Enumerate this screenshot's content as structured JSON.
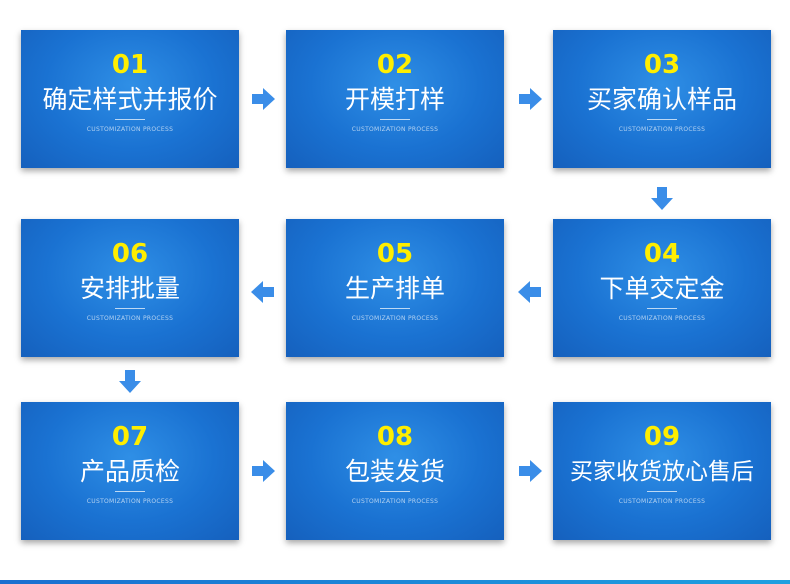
{
  "subtitle": "CUSTOMIZATION PROCESS",
  "colors": {
    "card": "#1a72d2",
    "number": "#ffee00",
    "arrow": "#3a8de8"
  },
  "steps": [
    {
      "num": "01",
      "title": "确定样式并报价"
    },
    {
      "num": "02",
      "title": "开模打样"
    },
    {
      "num": "03",
      "title": "买家确认样品"
    },
    {
      "num": "04",
      "title": "下单交定金"
    },
    {
      "num": "05",
      "title": "生产排单"
    },
    {
      "num": "06",
      "title": "安排批量"
    },
    {
      "num": "07",
      "title": "产品质检"
    },
    {
      "num": "08",
      "title": "包装发货"
    },
    {
      "num": "09",
      "title": "买家收货放心售后"
    }
  ],
  "arrows": [
    {
      "icon": "arrow-right-icon"
    },
    {
      "icon": "arrow-right-icon"
    },
    {
      "icon": "arrow-down-icon"
    },
    {
      "icon": "arrow-left-icon"
    },
    {
      "icon": "arrow-left-icon"
    },
    {
      "icon": "arrow-down-icon"
    },
    {
      "icon": "arrow-right-icon"
    },
    {
      "icon": "arrow-right-icon"
    }
  ]
}
